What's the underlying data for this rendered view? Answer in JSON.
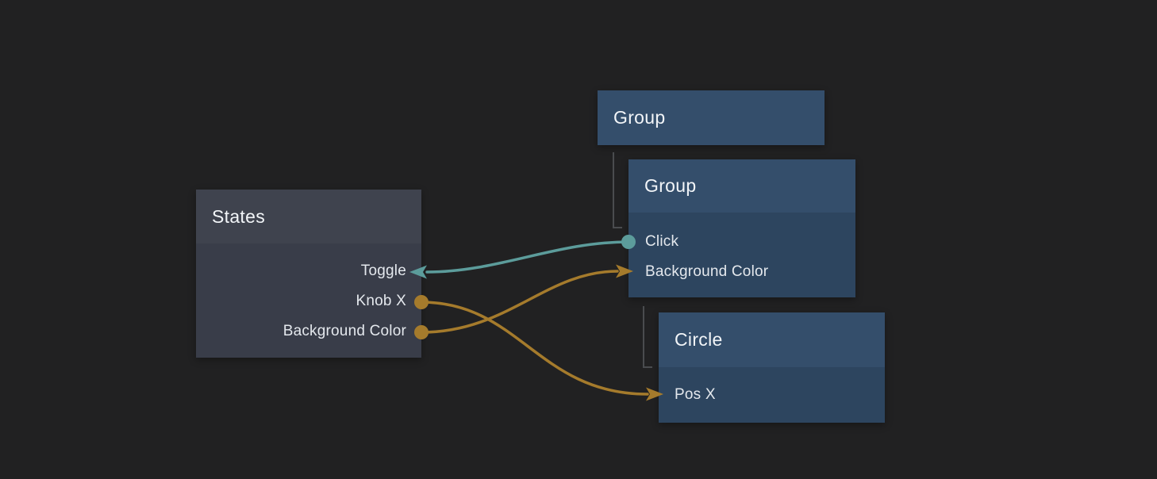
{
  "canvas": {
    "type": "node-graph-editor",
    "page_bg": "#212122",
    "colors": {
      "page_bg": "#212122",
      "teal": "#5C9C9B",
      "gold": "#A57B2C",
      "gray_header": "#3F434E",
      "gray_body": "#393D49",
      "blue_header": "#344E6B",
      "blue_body": "#2D455F",
      "hierarchy_line": "#4A4C4F",
      "title_text": "#F2F5F8",
      "label_text": "#E4E8ED"
    }
  },
  "nodes": [
    {
      "id": "states",
      "title": "States",
      "variant": "gray",
      "ports": [
        {
          "label": "Toggle",
          "side": "right",
          "kind": "input",
          "color": "teal"
        },
        {
          "label": "Knob X",
          "side": "right",
          "kind": "output",
          "color": "gold"
        },
        {
          "label": "Background Color",
          "side": "right",
          "kind": "output",
          "color": "gold"
        }
      ]
    },
    {
      "id": "group-parent",
      "title": "Group",
      "variant": "blue",
      "ports": []
    },
    {
      "id": "group-child",
      "title": "Group",
      "variant": "blue",
      "ports": [
        {
          "label": "Click",
          "side": "left",
          "kind": "output",
          "color": "teal"
        },
        {
          "label": "Background Color",
          "side": "left",
          "kind": "input",
          "color": "gold"
        }
      ]
    },
    {
      "id": "circle",
      "title": "Circle",
      "variant": "blue",
      "ports": [
        {
          "label": "Pos X",
          "side": "left",
          "kind": "input",
          "color": "gold"
        }
      ]
    }
  ],
  "connections": [
    {
      "from": "group-child:Click",
      "to": "states:Toggle",
      "color": "teal"
    },
    {
      "from": "states:Knob X",
      "to": "circle:Pos X",
      "color": "gold"
    },
    {
      "from": "states:Background Color",
      "to": "group-child:Background Color",
      "color": "gold"
    }
  ],
  "hierarchy": [
    {
      "parent": "group-parent",
      "child": "group-child"
    },
    {
      "parent": "group-child",
      "child": "circle"
    }
  ]
}
